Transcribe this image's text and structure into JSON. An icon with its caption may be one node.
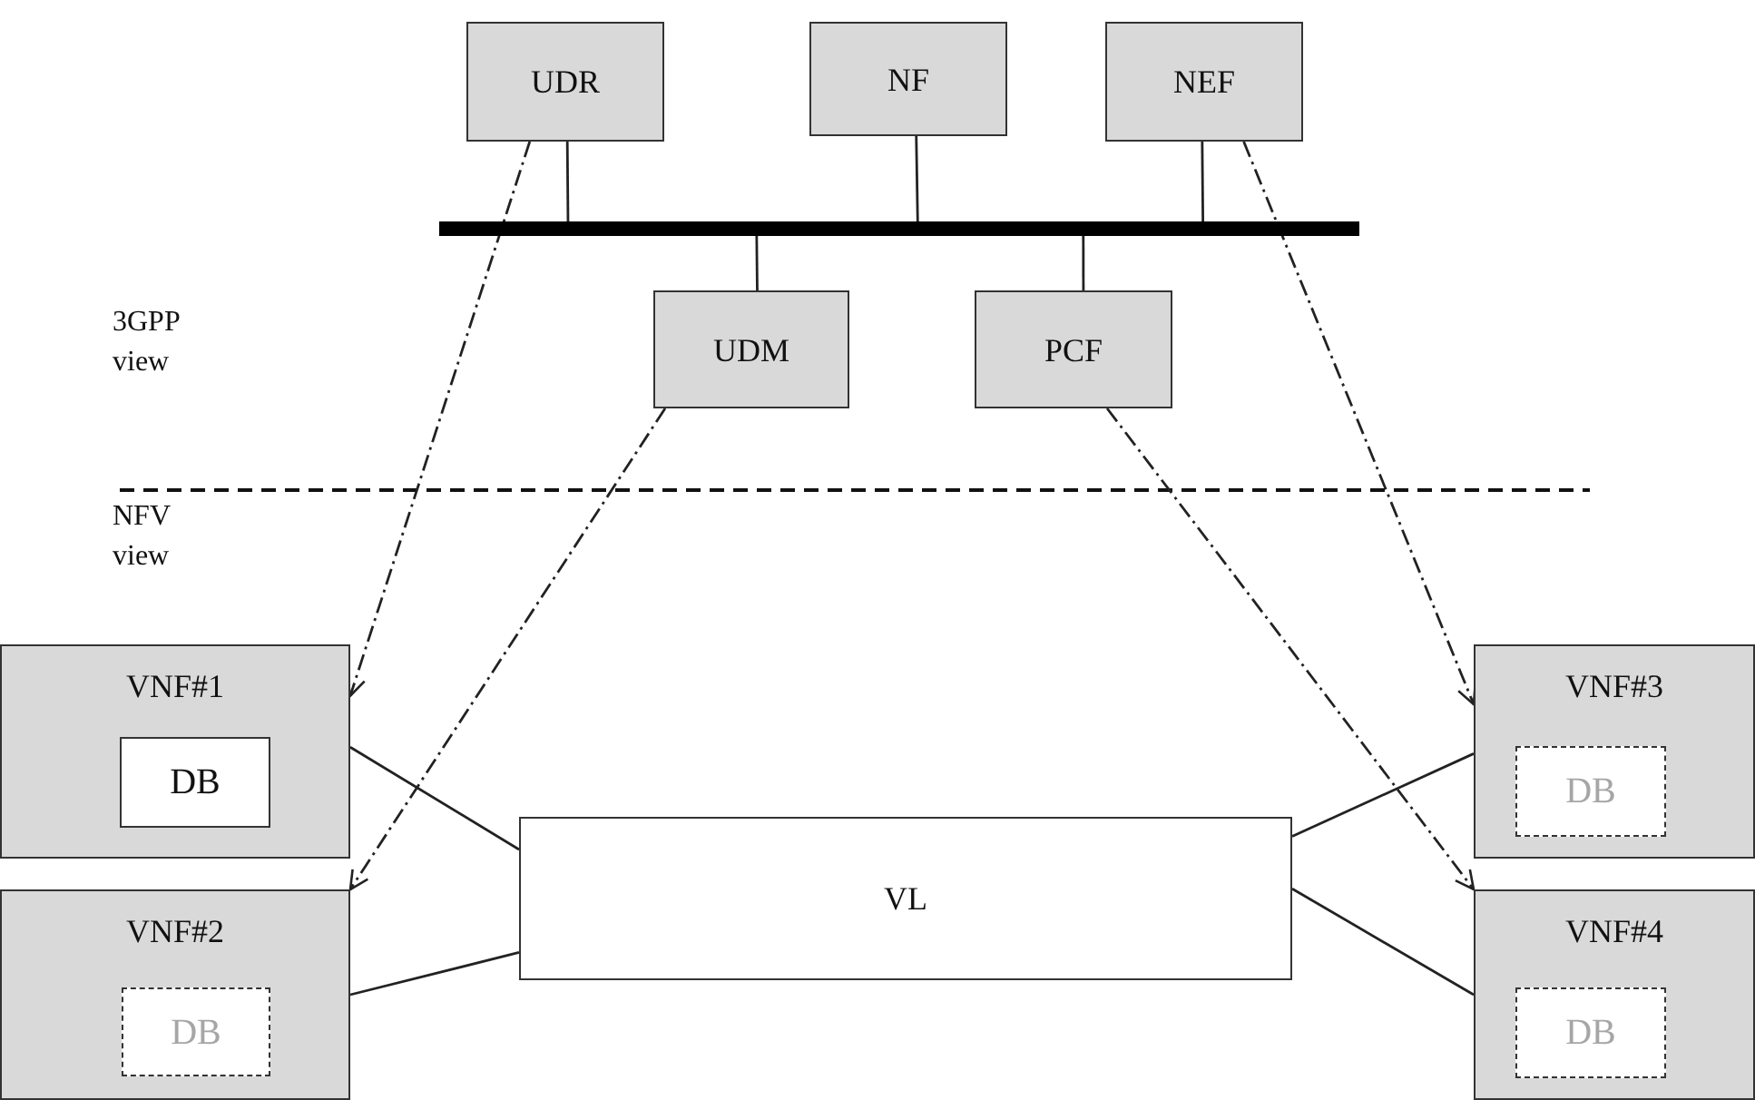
{
  "diagram": {
    "nodes": [
      {
        "text": [
          "UDR"
        ]
      },
      {
        "text": [
          "NF"
        ]
      },
      {
        "text": [
          "NEF"
        ]
      },
      {
        "text": [],
        "shape": "bar"
      },
      {
        "text": [
          "UDM"
        ]
      },
      {
        "text": [
          "PCF"
        ]
      },
      {
        "text": [
          "VNF#1"
        ]
      },
      {
        "text": [
          "DB"
        ],
        "in": 6
      },
      {
        "text": [
          "VNF#2"
        ]
      },
      {
        "text": [
          "DB"
        ],
        "in": 8
      },
      {
        "text": [
          "VL"
        ]
      },
      {
        "text": [
          "VNF#3"
        ]
      },
      {
        "text": [
          "DB"
        ],
        "in": 11
      },
      {
        "text": [
          "VNF#4"
        ]
      },
      {
        "text": [
          "DB"
        ],
        "in": 13
      }
    ],
    "edges": [
      {
        "from": 0,
        "to": 3,
        "arrow": "none"
      },
      {
        "from": 1,
        "to": 3,
        "arrow": "none"
      },
      {
        "from": 2,
        "to": 3,
        "arrow": "none"
      },
      {
        "from": 3,
        "to": 4,
        "arrow": "none"
      },
      {
        "from": 3,
        "to": 5,
        "arrow": "none"
      },
      {
        "from": 0,
        "to": 6,
        "arrow": "to",
        "style": "dashed"
      },
      {
        "from": 4,
        "to": 8,
        "arrow": "to",
        "style": "dashed"
      },
      {
        "from": 2,
        "to": 11,
        "arrow": "to",
        "style": "dashed"
      },
      {
        "from": 5,
        "to": 13,
        "arrow": "to",
        "style": "dashed"
      },
      {
        "from": 6,
        "to": 10,
        "arrow": "none"
      },
      {
        "from": 8,
        "to": 10,
        "arrow": "none"
      },
      {
        "from": 10,
        "to": 11,
        "arrow": "none"
      },
      {
        "from": 10,
        "to": 13,
        "arrow": "none"
      }
    ],
    "labels": [
      "3GPP view",
      "NFV view"
    ]
  }
}
